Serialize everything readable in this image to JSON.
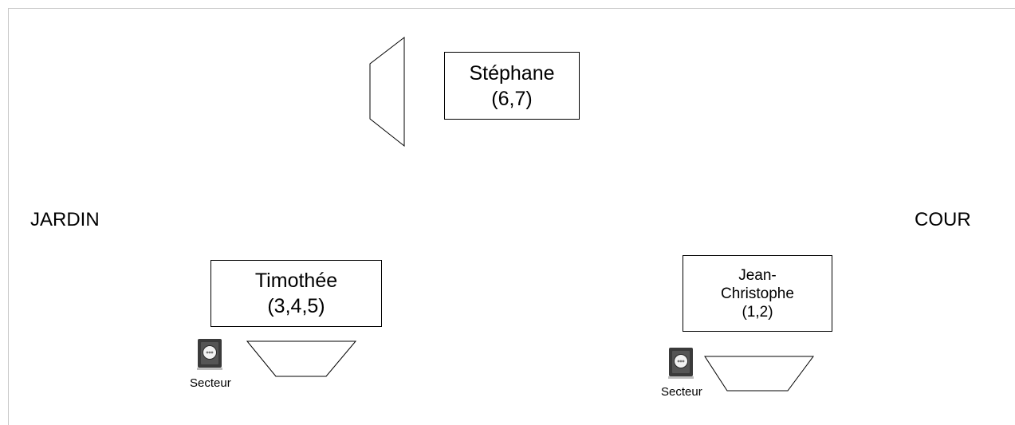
{
  "stage": {
    "left_label": "JARDIN",
    "right_label": "COUR"
  },
  "performers": [
    {
      "name": "Stéphane",
      "channels": "(6,7)"
    },
    {
      "name": "Timothée",
      "channels": "(3,4,5)"
    },
    {
      "name_line1": "Jean-",
      "name_line2": "Christophe",
      "channels": "(1,2)"
    }
  ],
  "outlets": [
    {
      "label": "Secteur",
      "icon": "power-outlet-icon"
    },
    {
      "label": "Secteur",
      "icon": "power-outlet-icon"
    }
  ],
  "colors": {
    "line": "#000000",
    "frame": "#c8c8c8",
    "outlet_dark": "#3a3a3a",
    "outlet_face": "#f2f2f2"
  }
}
